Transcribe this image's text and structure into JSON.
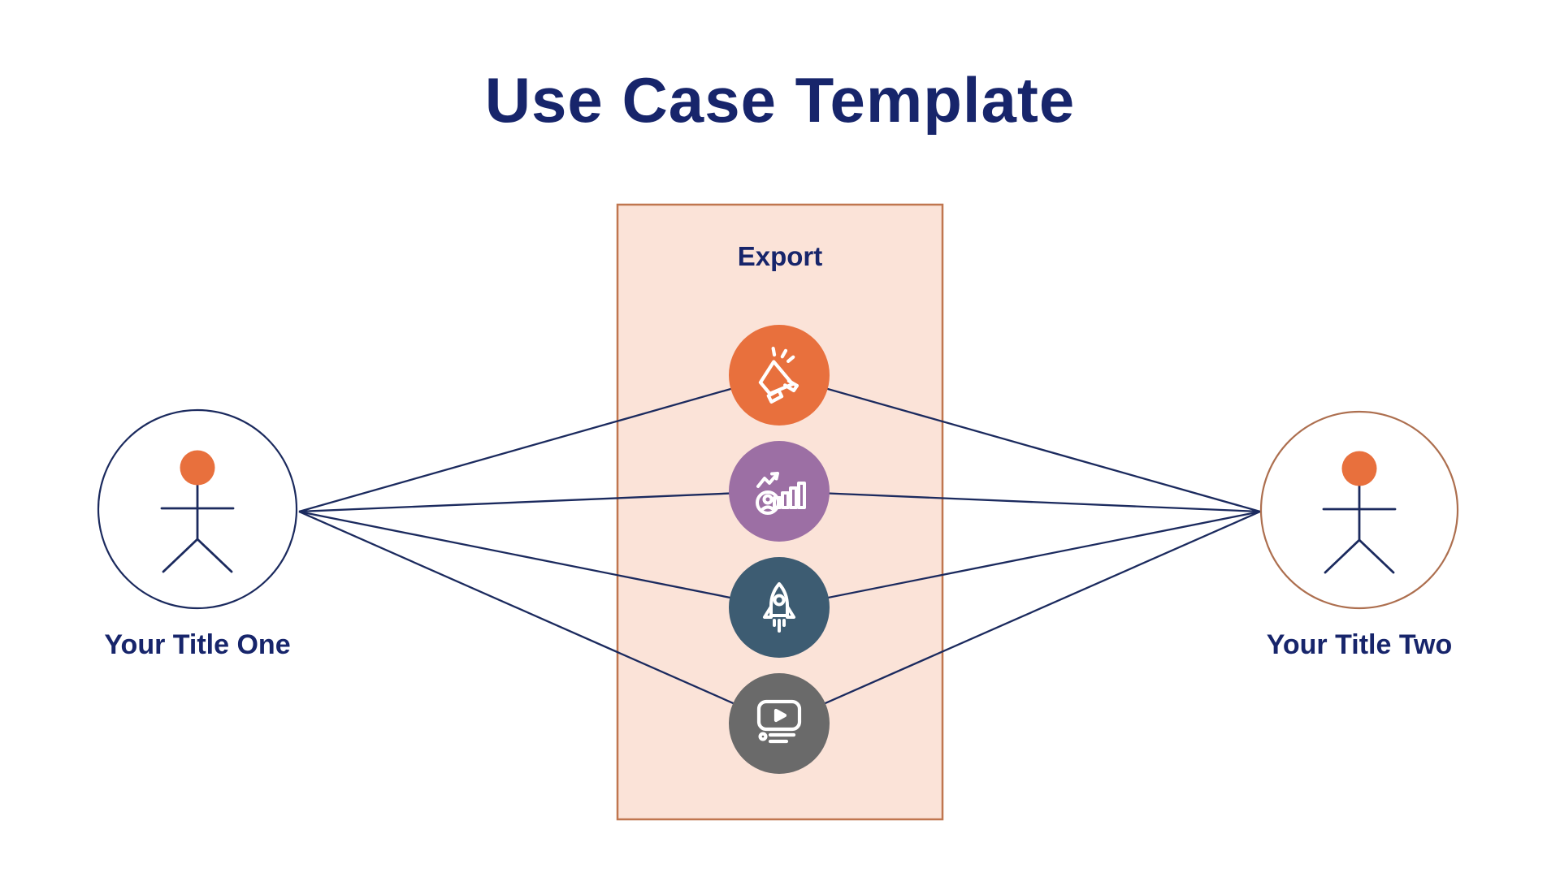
{
  "title": "Use Case Template",
  "system": {
    "label": "Export"
  },
  "use_cases": [
    {
      "icon": "megaphone-icon",
      "color": "#e8703d"
    },
    {
      "icon": "growth-chart-icon",
      "color": "#9c6fa4"
    },
    {
      "icon": "rocket-icon",
      "color": "#3d5c72"
    },
    {
      "icon": "video-player-icon",
      "color": "#6a6a6a"
    }
  ],
  "actors": [
    {
      "label": "Your Title One",
      "outline_color": "#1b2a5e",
      "head_color": "#e8703d"
    },
    {
      "label": "Your Title Two",
      "outline_color": "#ad6f4f",
      "head_color": "#e8703d"
    }
  ],
  "colors": {
    "background": "#ffffff",
    "title_text": "#17256b",
    "connector": "#1b2a5e",
    "system_fill": "#fbe3d8",
    "system_border": "#c0764f",
    "icon_stroke": "#ffffff"
  }
}
